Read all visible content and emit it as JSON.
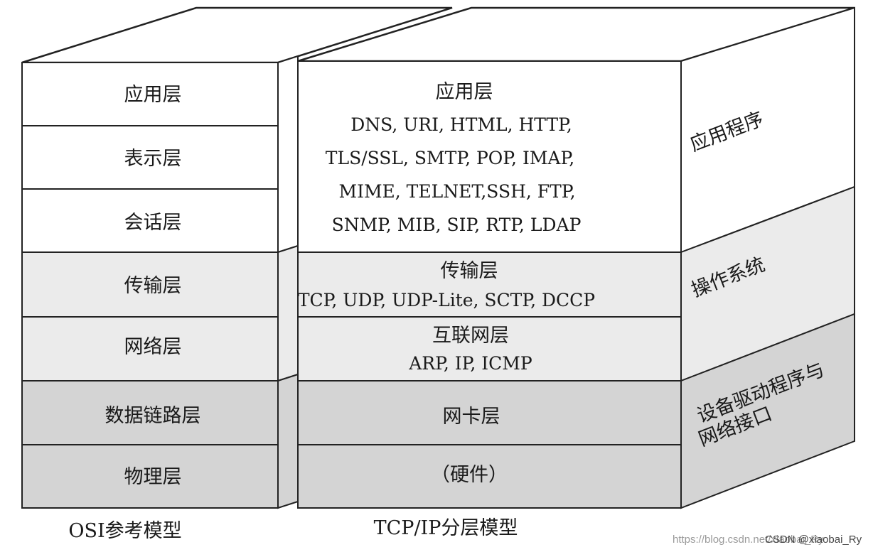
{
  "colors": {
    "app": "#ffffff",
    "os": "#ebebeb",
    "driver": "#d4d4d4",
    "line": "#222222"
  },
  "osi": {
    "caption": "OSI参考模型",
    "layers": [
      "应用层",
      "表示层",
      "会话层",
      "传输层",
      "网络层",
      "数据链路层",
      "物理层"
    ]
  },
  "tcpip": {
    "caption": "TCP/IP分层模型",
    "application": {
      "title": "应用层",
      "protocols": [
        "DNS, URI, HTML, HTTP,",
        "TLS/SSL, SMTP, POP, IMAP,",
        "MIME, TELNET,SSH, FTP,",
        "SNMP, MIB, SIP, RTP, LDAP"
      ]
    },
    "transport": {
      "title": "传输层",
      "protocols": "TCP, UDP, UDP-Lite, SCTP, DCCP"
    },
    "internet": {
      "title": "互联网层",
      "protocols": "ARP, IP, ICMP"
    },
    "link": {
      "title": "网卡层"
    },
    "hardware": {
      "title": "（硬件）"
    }
  },
  "side": {
    "app": "应用程序",
    "os": "操作系统",
    "driver_line1": "设备驱动程序与",
    "driver_line2": "网络接口"
  },
  "watermark": {
    "url": "https://blog.csdn.net/xiaobai_Ry",
    "author": "CSDN @xiaobai_Ry"
  }
}
